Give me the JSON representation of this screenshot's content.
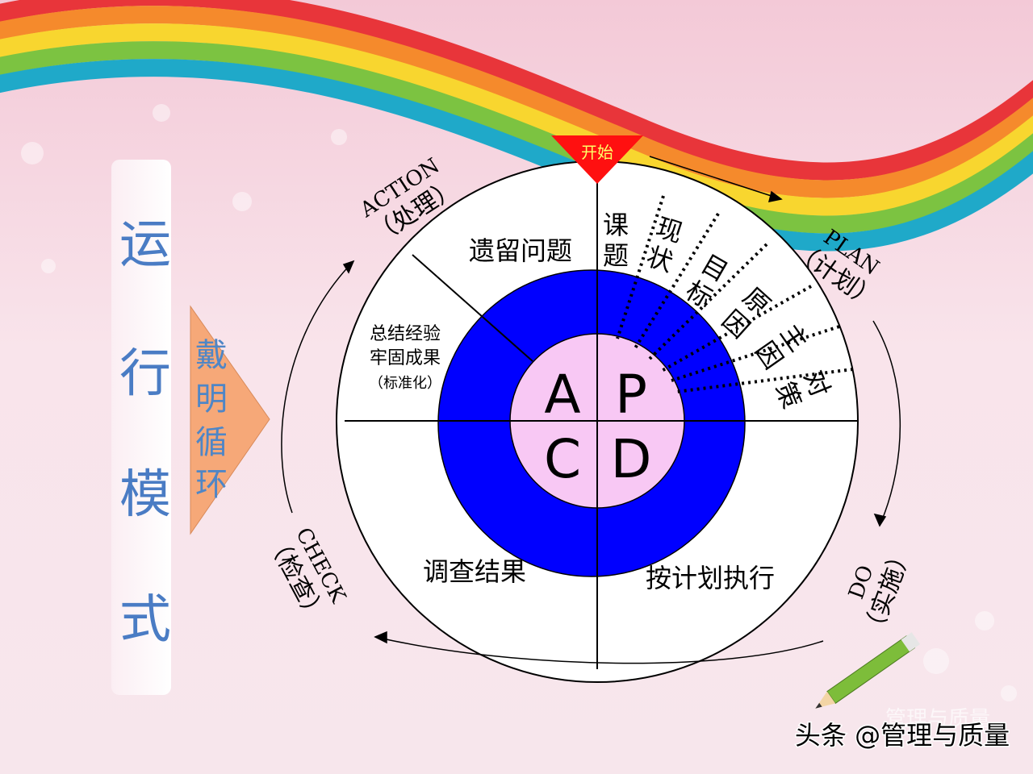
{
  "title": {
    "chars": [
      "运",
      "行",
      "模",
      "式"
    ]
  },
  "arrow_label": {
    "chars": [
      "戴",
      "明",
      "循",
      "环"
    ]
  },
  "start_label": "开始",
  "phases": {
    "action": {
      "en": "ACTION",
      "zh": "（处理）"
    },
    "plan": {
      "en": "PLAN",
      "zh": "（计划）"
    },
    "do": {
      "en": "DO",
      "zh": "（实施）"
    },
    "check": {
      "en": "CHECK",
      "zh": "（检查）"
    }
  },
  "outer_ring": {
    "remaining_issues": "遗留问题",
    "summary_line1": "总结经验",
    "summary_line2": "牢固成果",
    "summary_line3": "（标准化）",
    "investigation_results": "调查结果",
    "execute_plan": "按计划执行"
  },
  "plan_steps": [
    {
      "chars": [
        "课",
        "题"
      ]
    },
    {
      "chars": [
        "现",
        "状"
      ]
    },
    {
      "chars": [
        "目",
        "标"
      ]
    },
    {
      "chars": [
        "原",
        "因"
      ]
    },
    {
      "chars": [
        "主",
        "因"
      ]
    },
    {
      "chars": [
        "对",
        "策"
      ]
    }
  ],
  "center": {
    "a": "A",
    "p": "P",
    "c": "C",
    "d": "D"
  },
  "watermark": "头条 @管理与质量",
  "watermark_ghost": "管理与质量",
  "colors": {
    "inner_ring": "#0000ff",
    "center": "#f8c8f4",
    "start_triangle": "#ff1010",
    "arrow_fill": "#f6a878",
    "title_text": "#4a7cc4",
    "arrow_text": "#4f86c6"
  }
}
